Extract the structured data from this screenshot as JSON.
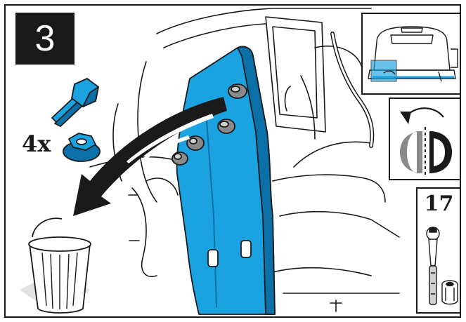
{
  "step": {
    "number": "3"
  },
  "hardware": {
    "quantity_label": "4x"
  },
  "tool": {
    "size_label": "17"
  },
  "colors": {
    "accent_blue": "#1aa3e0",
    "dark_blue": "#0b6fa8",
    "ink": "#1a1a1a",
    "grey": "#8a8a8a",
    "background": "#ffffff"
  },
  "icons": {
    "bolt": "bolt-icon",
    "nut": "flange-nut-icon",
    "removal_arrow": "removal-arrow-icon",
    "trash_can": "trash-can-icon",
    "vehicle_side": "vehicle-side-indicator-icon",
    "rotate": "rotate-arrow-icon",
    "ratchet": "ratchet-wrench-icon",
    "socket": "socket-icon"
  }
}
